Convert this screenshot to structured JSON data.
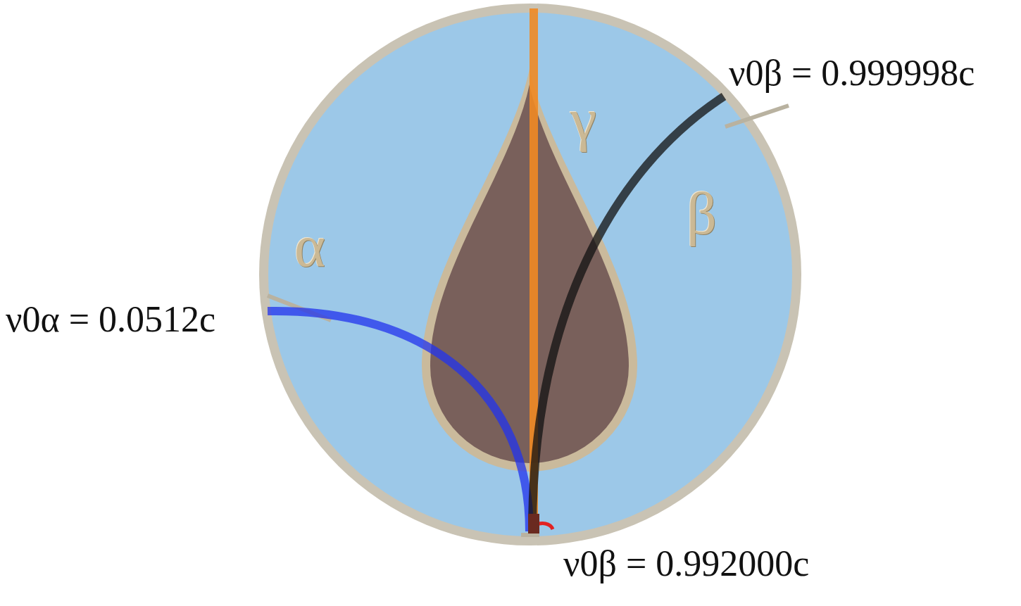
{
  "diagram": {
    "labels": [
      "α",
      "γ",
      "β",
      "ν0α = 0.0512c",
      "ν0β = 0.999998c",
      "ν0β = 0.992000c"
    ]
  }
}
